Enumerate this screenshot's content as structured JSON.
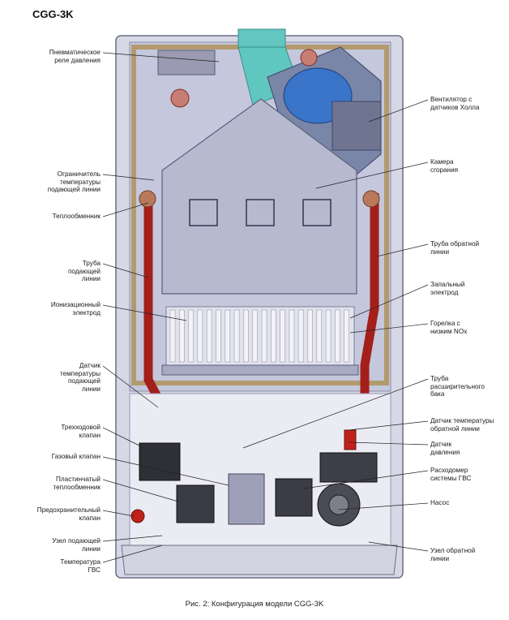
{
  "title": "CGG-3K",
  "caption": "Рис. 2: Конфигурация модели CGG-3K",
  "labels_left": [
    "Пневматическое\nреле давления",
    "Ограничитель\nтемпературы\nподающей линии",
    "Теплообменник",
    "Труба\nподающей\nлинии",
    "Ионизационный\nэлектрод",
    "Датчик\nтемпературы\nподающей\nлинии",
    "Трехходовой\nклапан",
    "Газовый клапан",
    "Пластинчатый\nтеплообменник",
    "Предохранительный\nклапан",
    "Узел подающей\nлинии",
    "Температура\nГВС"
  ],
  "labels_right": [
    "Вентилятор с\nдатчиков Холла",
    "Камера\nсгорания",
    "Труба обратной\nлинии",
    "Запальный\nэлектрод",
    "Горелка с\nнизким NOx",
    "Труба\nрасширительного\nбака",
    "Датчик температуры\nобратной линии",
    "Датчик\nдавления",
    "Расходомер\nсистемы ГВС",
    "Насос",
    "Узел обратной\nлинии"
  ],
  "colors": {
    "casing": "#c9cbe0",
    "frame": "#b39a6e",
    "pipe_red": "#a31f1a",
    "fan_blue": "#3a74c9",
    "flue_teal": "#5fc7c0",
    "chamber": "#b7b9cf"
  }
}
